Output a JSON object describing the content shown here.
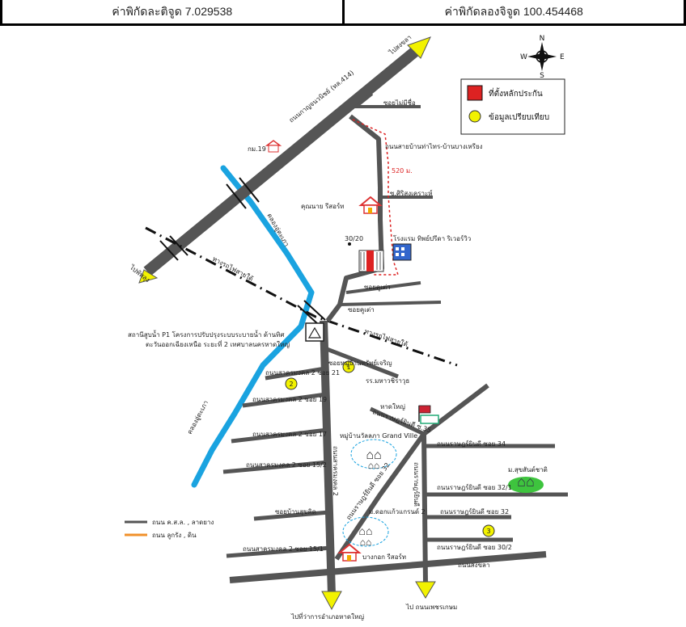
{
  "coords": {
    "lat_label": "ค่าพิกัดละติจูด 7.029538",
    "lon_label": "ค่าพิกัดลองจิจูด 100.454468"
  },
  "compass": {
    "n": "N",
    "s": "S",
    "e": "E",
    "w": "W"
  },
  "legend_top": {
    "site": "ที่ตั้งหลักประกัน",
    "comparable": "ข้อมูลเปรียบเทียบ"
  },
  "legend_bottom": {
    "road_paved": "ถนน ค.ส.ล. , ลาดยาง",
    "road_dirt": "ถนน ลูกรัง , ดิน"
  },
  "colors": {
    "road": "#555555",
    "canal": "#1aa3e0",
    "arrow": "#f2f200",
    "site": "#dd2222",
    "dirt_road": "#f0902a"
  },
  "labels": {
    "to_songkhla": "ไปสงขลา",
    "to_phatthalung": "ไปพัทลุง",
    "main_highway": "ถนนกาญจนวนิชย์ (ทล.414)",
    "km19": "กม.19",
    "soi_mai_mi_chue": "ซอยไม่มีชื่อ",
    "road_ban_thaphra": "ถนนสายบ้านท่าไทร-บ้านบางเหรียง",
    "dist_520": "520 ม.",
    "soi_siri": "ซ.ศิริสงเคราะห์",
    "khun_nai_resort": "คุณนาย รีสอร์ท",
    "plot_30_20": "30/20",
    "hotel": "โรงแรม ทิพย์ปรีดา ริเวอร์วิว",
    "soi_khuan": "ซอยคูเต่า",
    "soi_khuan2": "ซอยคูเต่า",
    "canal_u_taphao_top": "คลองอู่ตะเภา",
    "canal_u_taphao_bottom": "คลองอู่ตะเภา",
    "railway_top": "ทางรถไฟสายใต้",
    "railway_bottom": "ทางรถไฟสายใต้",
    "pump_station": "สถานีสูบน้ำ P1 โครงการปรับปรุงระบบระบายน้ำ ด้านทิศ",
    "pump_station2": "ตะวันออกเฉียงเหนือ ระยะที่ 2 เทศบาลนครหาดใหญ่",
    "soi_muban": "ซอยหมู่บ้านทรัพย์เจริญ",
    "soi_21": "ถนนสาครมงคล 2 ซอย 21",
    "soi_19": "ถนนสาครมงคล 2 ซอย 19",
    "soi_17": "ถนนสาครมงคล 2 ซอย 17",
    "soi_15_2": "ถนนสาครมงคล 2 ซอย 15/2",
    "soi_ban_suan": "ซอยบ้านสุขคิด",
    "soi_15_1": "ถนนสาครมงคล 2 ซอย 15/1",
    "sakhon_main": "ถนนสาครมงคล 2",
    "school": "รร.มหาวชิราวุธ",
    "school2": "หาดใหญ่",
    "school_road": "ถนนราษฎร์ยินดี ซ.35",
    "muban_grand": "หมู่บ้านวัลลภา Grand Ville",
    "soi_32_road": "ถนนราษฎร์ยินดี ซอย 32",
    "soi_34": "ถนนราษฎร์ยินดี ซอย 34",
    "ratsadon_main": "ถนนราษฎร์ยินดี",
    "soi_32_1": "ถนนราษฎร์ยินดี ซอย 32/1",
    "soi_32": "ถนนราษฎร์ยินดี ซอย 32",
    "soi_30_2": "ถนนราษฎร์ยินดี ซอย 30/2",
    "muban_kaew": "ม.ดอกแก้วแกรนด์ 2",
    "muban_sukhon": "ม.สุขสันต์ชาติ",
    "bangkok_resort": "บางกอก รีสอร์ท",
    "songkhla_road": "ถนนสงขลา",
    "to_hatyai_muni": "ไปที่ว่าการอำเภอหาดใหญ่",
    "to_saeng": "ไป ถนนเพชรเกษม",
    "marker_1": "1",
    "marker_2": "2",
    "marker_3": "3"
  }
}
